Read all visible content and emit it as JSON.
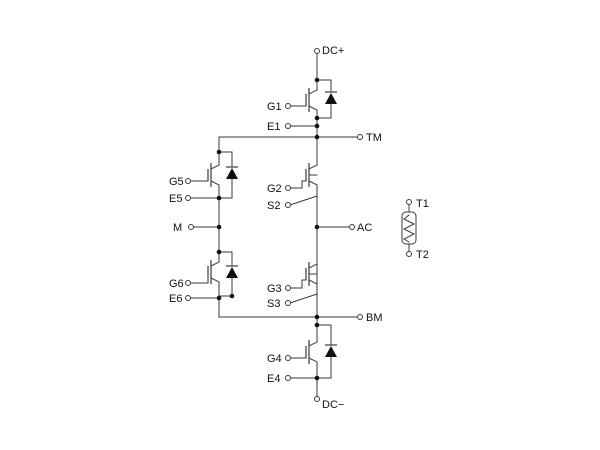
{
  "labels": {
    "dc_plus": "DC+",
    "dc_minus": "DC−",
    "tm": "TM",
    "ac": "AC",
    "bm": "BM",
    "m": "M",
    "g1": "G1",
    "e1": "E1",
    "g2": "G2",
    "s2": "S2",
    "g3": "G3",
    "s3": "S3",
    "g4": "G4",
    "e4": "E4",
    "g5": "G5",
    "e5": "E5",
    "g6": "G6",
    "e6": "E6",
    "t1": "T1",
    "t2": "T2"
  }
}
